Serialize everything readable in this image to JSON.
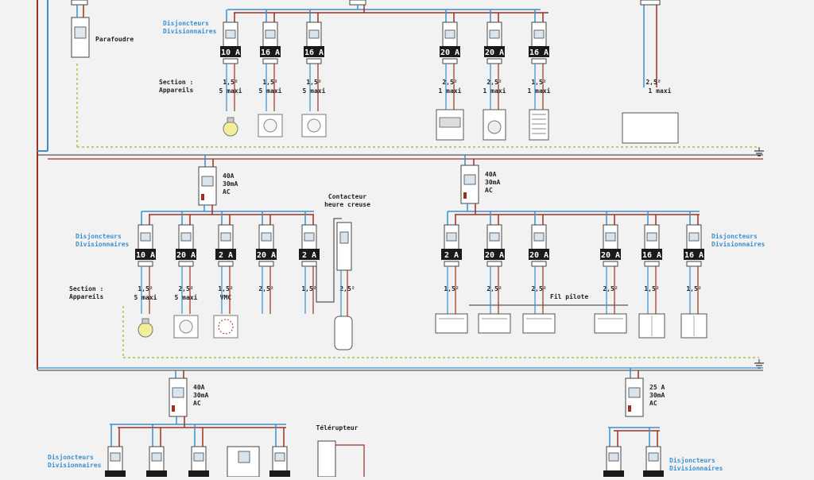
{
  "colors": {
    "phase": "#a0301e",
    "neutral": "#3a8fcf",
    "earth": "#9ab52a",
    "bus": "#333333",
    "ratingBg": "#1a1a1a"
  },
  "labels": {
    "parafoudre": "Parafoudre",
    "disj1": "Disjoncteurs",
    "disj2": "Divisionnaires",
    "section": "Section :",
    "appareils": "Appareils",
    "contacteur1": "Contacteur",
    "contacteur2": "heure creuse",
    "filPilote": "Fil pilote",
    "telerupteur": "Télérupteur",
    "vmc": "VMC"
  },
  "row1": {
    "breakers": [
      {
        "rating": "10 A",
        "section": "1,5²",
        "appareils": "5 maxi",
        "device": "lamp"
      },
      {
        "rating": "16 A",
        "section": "1,5²",
        "appareils": "5 maxi",
        "device": "socket"
      },
      {
        "rating": "16 A",
        "section": "1,5²",
        "appareils": "5 maxi",
        "device": "socket"
      },
      {
        "rating": "20 A",
        "section": "2,5²",
        "appareils": "1 maxi",
        "device": "oven"
      },
      {
        "rating": "20 A",
        "section": "2,5²",
        "appareils": "1 maxi",
        "device": "washer"
      },
      {
        "rating": "16 A",
        "section": "1,5²",
        "appareils": "1 maxi",
        "device": "radiator-tall"
      }
    ],
    "extra": {
      "section": "2,5²",
      "appareils": "1 maxi",
      "device": "panel"
    }
  },
  "rcd": [
    {
      "rating": "40A",
      "sensitivity": "30mA",
      "type": "AC"
    },
    {
      "rating": "40A",
      "sensitivity": "30mA",
      "type": "AC"
    },
    {
      "rating": "40A",
      "sensitivity": "30mA",
      "type": "AC"
    },
    {
      "rating": "25 A",
      "sensitivity": "30mA",
      "type": "AC"
    }
  ],
  "row2a": {
    "breakers": [
      {
        "rating": "10 A",
        "section": "1,5²",
        "appareils": "5 maxi",
        "device": "lamp"
      },
      {
        "rating": "20 A",
        "section": "2,5²",
        "appareils": "5 maxi",
        "device": "socket"
      },
      {
        "rating": "2 A",
        "section": "1,5²",
        "appareils": "VMC",
        "device": "vmc"
      },
      {
        "rating": "20 A",
        "section": "2,5²",
        "appareils": "",
        "device": "none"
      },
      {
        "rating": "2 A",
        "section": "1,5²",
        "appareils": "",
        "device": "none"
      }
    ],
    "contactor": {
      "section": "2,5²"
    }
  },
  "row2b": {
    "breakers": [
      {
        "rating": "2 A",
        "section": "1,5²",
        "device": "heater"
      },
      {
        "rating": "20 A",
        "section": "2,5²",
        "device": "heater"
      },
      {
        "rating": "20 A",
        "section": "2,5²",
        "device": "heater"
      },
      {
        "rating": "20 A",
        "section": "2,5²",
        "device": "heater"
      },
      {
        "rating": "16 A",
        "section": "1,5²",
        "device": "switch"
      },
      {
        "rating": "16 A",
        "section": "1,5²",
        "device": "switch"
      }
    ]
  }
}
